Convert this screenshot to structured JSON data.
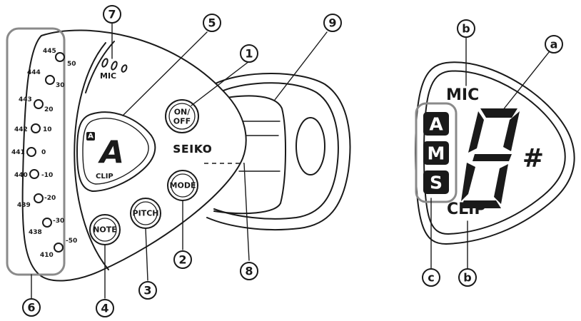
{
  "device": {
    "brand": "SEIKO",
    "mic_label": "MIC",
    "clip_label": "CLIP",
    "note_letter": "A",
    "mode_badge": "A",
    "buttons": {
      "on_off_line1": "ON/",
      "on_off_line2": "OFF",
      "mode": "MODE",
      "pitch": "PITCH",
      "note": "NOTE"
    },
    "pitch_scale": [
      {
        "freq": "445",
        "cents": "50"
      },
      {
        "freq": "444",
        "cents": "30"
      },
      {
        "freq": "443",
        "cents": "20"
      },
      {
        "freq": "442",
        "cents": "10"
      },
      {
        "freq": "441",
        "cents": "0"
      },
      {
        "freq": "440",
        "cents": "-10"
      },
      {
        "freq": "439",
        "cents": "-20"
      },
      {
        "freq": "438",
        "cents": "-30"
      },
      {
        "freq": "410",
        "cents": "-50"
      }
    ]
  },
  "callouts": {
    "c1": "1",
    "c2": "2",
    "c3": "3",
    "c4": "4",
    "c5": "5",
    "c6": "6",
    "c7": "7",
    "c8": "8",
    "c9": "9"
  },
  "display_detail": {
    "mic_label": "MIC",
    "clip_label": "CLIP",
    "modes": [
      "A",
      "M",
      "S"
    ],
    "sharp": "#",
    "callouts": {
      "a": "a",
      "b_top": "b",
      "b_bottom": "b",
      "c": "c"
    }
  }
}
